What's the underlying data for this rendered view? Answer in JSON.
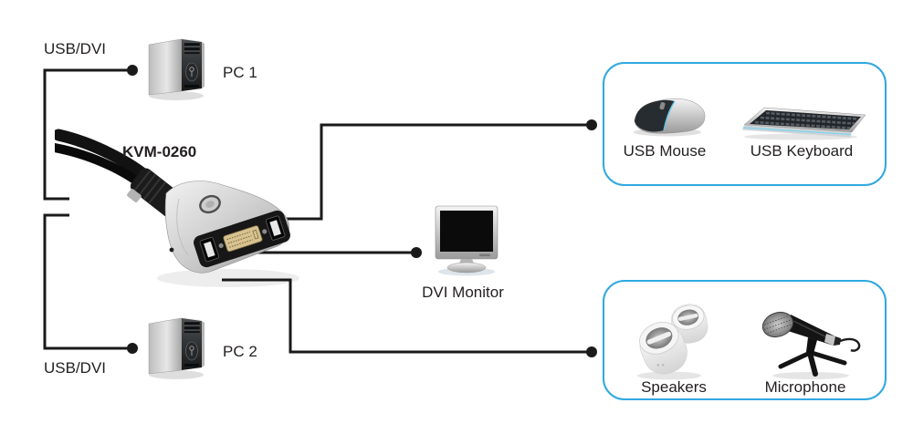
{
  "diagram": {
    "product": "KVM-0260",
    "labels": {
      "kvm": "KVM-0260",
      "pc1": "PC 1",
      "pc2": "PC 2",
      "usb_dvi_top": "USB/DVI",
      "usb_dvi_bottom": "USB/DVI",
      "monitor": "DVI Monitor",
      "mouse": "USB Mouse",
      "keyboard": "USB Keyboard",
      "speakers": "Speakers",
      "microphone": "Microphone"
    },
    "colors": {
      "background": "#ffffff",
      "wire": "#1a1a1a",
      "group_border": "#2fa8e0",
      "text": "#231f20"
    },
    "connections": [
      {
        "from": "PC 1",
        "to": "KVM-0260",
        "label": "USB/DVI"
      },
      {
        "from": "PC 2",
        "to": "KVM-0260",
        "label": "USB/DVI"
      },
      {
        "from": "KVM-0260",
        "to": "USB Mouse / USB Keyboard"
      },
      {
        "from": "KVM-0260",
        "to": "DVI Monitor"
      },
      {
        "from": "KVM-0260",
        "to": "Speakers / Microphone"
      }
    ]
  }
}
